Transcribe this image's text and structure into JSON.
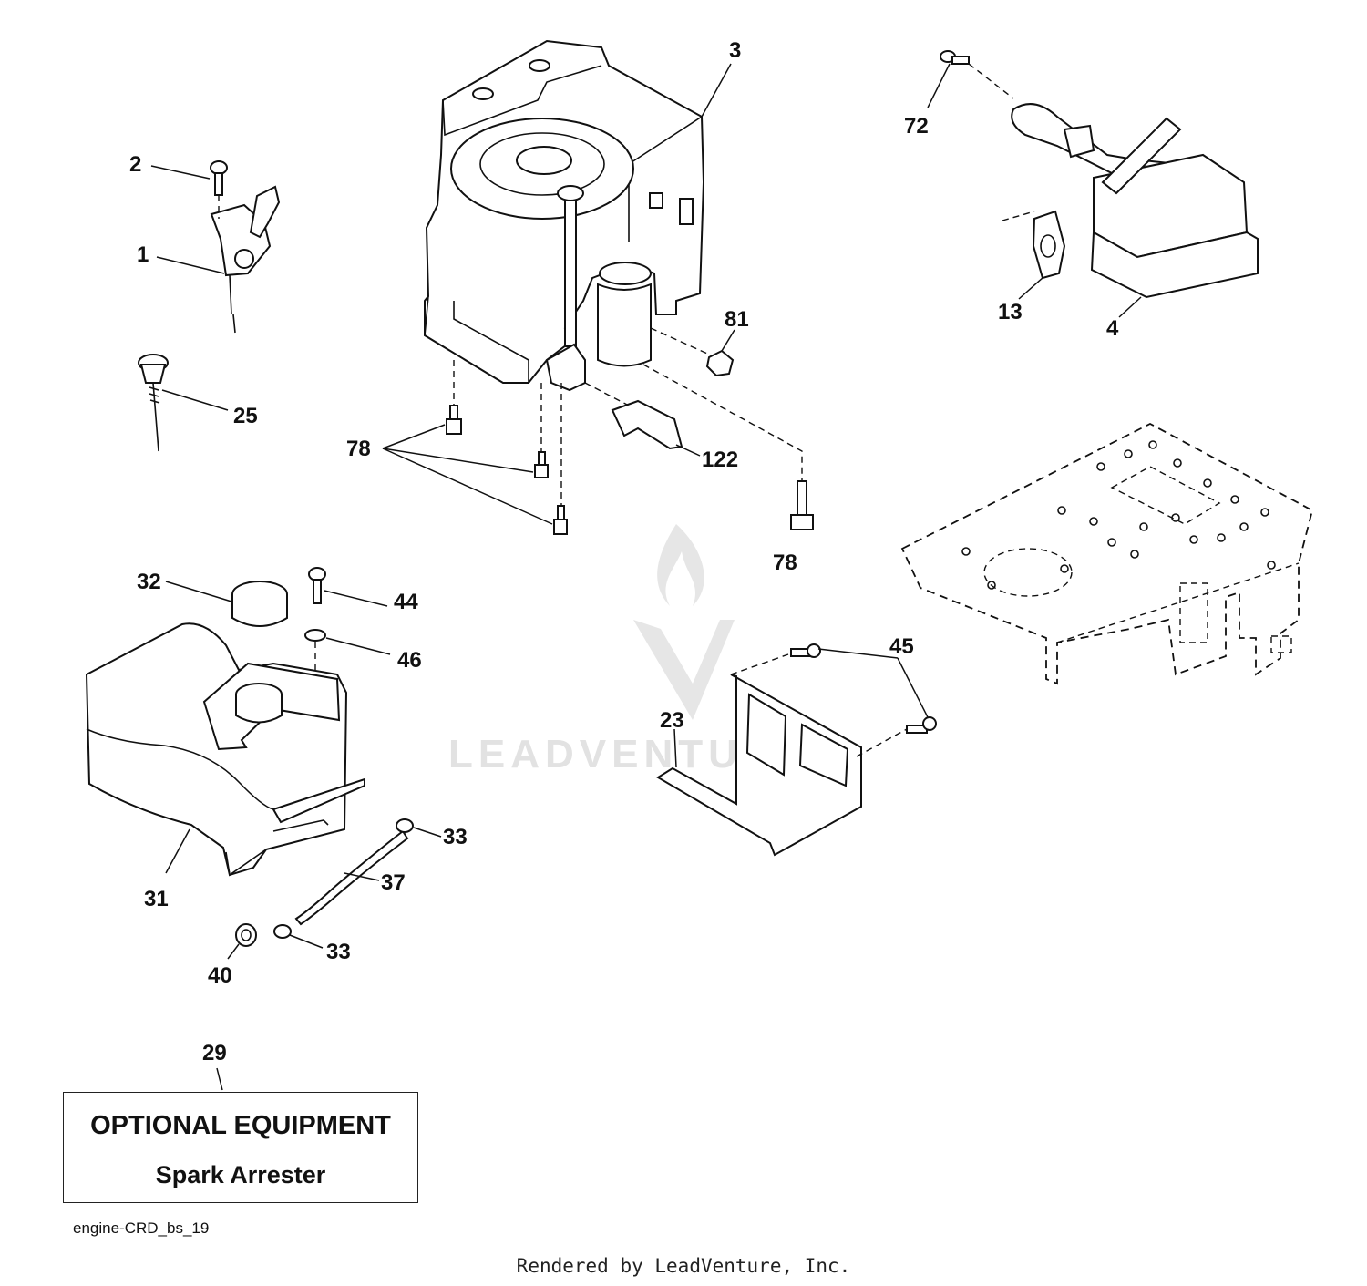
{
  "diagram": {
    "watermark": "LEADVENTURE",
    "callouts": {
      "throttle_control": "1",
      "throttle_screw": "2",
      "engine": "3",
      "muffler": "4",
      "exhaust_gasket": "13",
      "heat_shield": "23",
      "choke_knob": "25",
      "option_ref": "29",
      "fuel_tank": "31",
      "fuel_cap": "32",
      "hose_clamp_upper": "33",
      "hose_clamp_lower": "33",
      "fuel_line": "37",
      "grommet": "40",
      "tank_screw": "44",
      "shield_bolts": "45",
      "washer": "46",
      "exhaust_bolt": "72",
      "engine_bolts_left": "78",
      "engine_bolt_right": "78",
      "nut": "81",
      "clip": "122"
    }
  },
  "optional_equipment": {
    "title": "OPTIONAL EQUIPMENT",
    "item": "Spark Arrester"
  },
  "diagram_id": "engine-CRD_bs_19",
  "credit": "Rendered by LeadVenture, Inc."
}
